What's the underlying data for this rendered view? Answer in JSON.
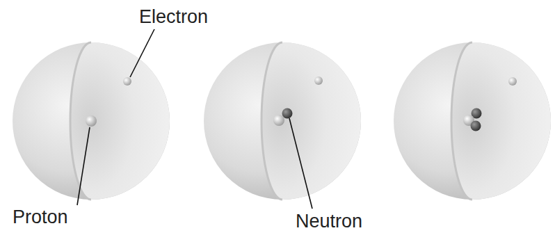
{
  "diagram": {
    "labels": [
      "Electron",
      "Proton",
      "Neutron"
    ]
  }
}
